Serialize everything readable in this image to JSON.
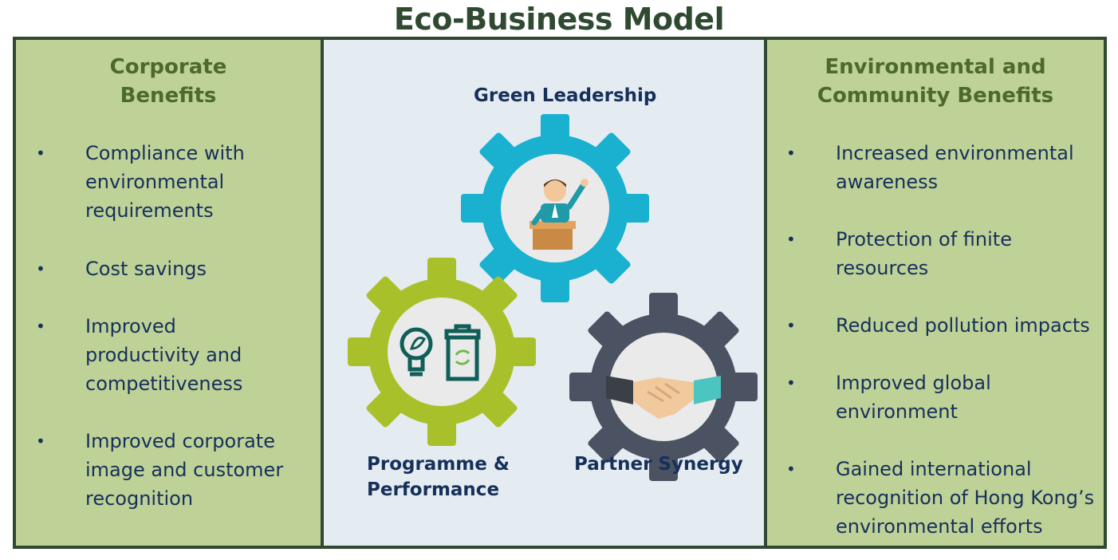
{
  "title": "Eco-Business Model",
  "left_panel": {
    "heading_line1": "Corporate",
    "heading_line2": "Benefits",
    "items": [
      {
        "text": "Compliance with\nenvironmental\nrequirements"
      },
      {
        "text": "Cost savings"
      },
      {
        "text": "Improved\nproductivity and\ncompetitiveness"
      },
      {
        "text": "Improved corporate\nimage and customer\nrecognition"
      }
    ]
  },
  "right_panel": {
    "heading_line1": "Environmental and",
    "heading_line2": "Community Benefits",
    "items": [
      {
        "text": "Increased environmental\nawareness"
      },
      {
        "text": "Protection of finite\nresources"
      },
      {
        "text": "Reduced pollution impacts"
      },
      {
        "text": "Improved global\nenvironment"
      },
      {
        "text": "Gained international\nrecognition of Hong Kong’s\nenvironmental efforts"
      }
    ]
  },
  "center": {
    "gear_top_label": "Green Leadership",
    "gear_left_label": "Programme &\nPerformance",
    "gear_right_label": "Partner Synergy"
  },
  "bullet": "•",
  "colors": {
    "frame": "#2f4a30",
    "side_panel": "#bed197",
    "center_panel": "#e4ecf2",
    "heading": "#4c6a2b",
    "text": "#16305a",
    "gear_blue": "#1ab0cf",
    "gear_green": "#a8c12a",
    "gear_dark": "#4b5262"
  },
  "icons": [
    "teacher-icon",
    "lightbulb-icon",
    "recycle-bin-icon",
    "handshake-icon"
  ]
}
